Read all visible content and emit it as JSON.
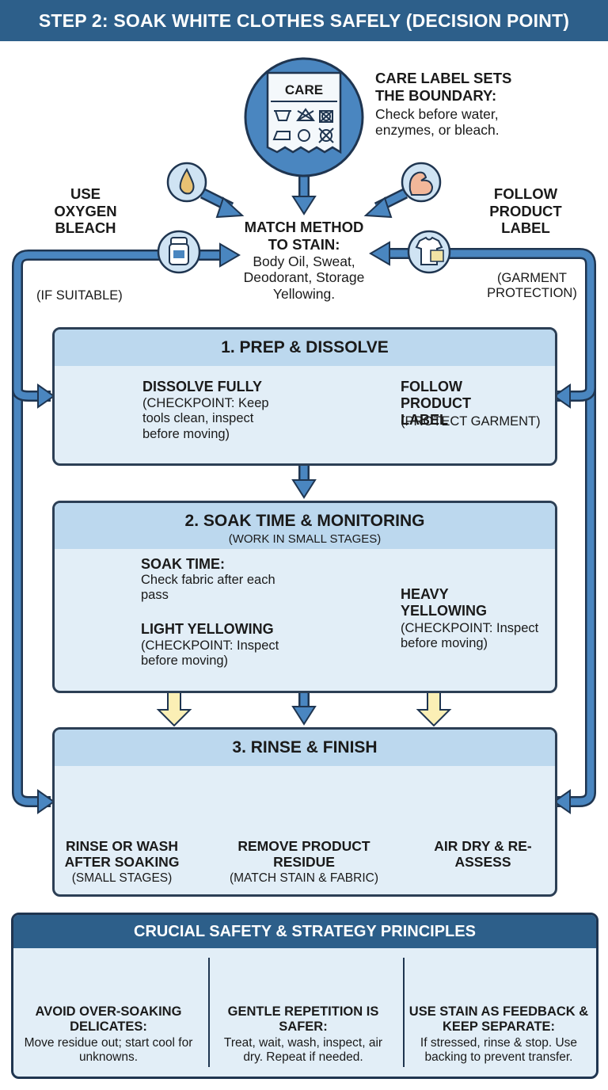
{
  "header": {
    "title": "STEP 2: SOAK WHITE CLOTHES SAFELY (DECISION POINT)"
  },
  "top": {
    "care_tag": "CARE",
    "care_heading": "CARE LABEL SETS THE BOUNDARY:",
    "care_text": "Check before water, enzymes, or bleach.",
    "left_heading": "USE OXYGEN BLEACH",
    "left_note": "(IF SUITABLE)",
    "right_heading": "FOLLOW PRODUCT LABEL",
    "right_note": "(GARMENT PROTECTION)",
    "center_heading": "MATCH METHOD TO STAIN:",
    "center_text": "Body Oil, Sweat, Deodorant, Storage Yellowing."
  },
  "section1": {
    "title": "1. PREP & DISSOLVE",
    "item1_heading": "DISSOLVE FULLY",
    "item1_text": "(CHECKPOINT: Keep tools clean, inspect before moving)",
    "item2_heading": "FOLLOW PRODUCT LABEL",
    "item2_text": "(PROTECT GARMENT)"
  },
  "section2": {
    "title": "2. SOAK TIME & MONITORING",
    "subtitle": "(WORK IN SMALL STAGES)",
    "soak_heading": "SOAK TIME:",
    "soak_text": "Check fabric after each pass",
    "light_heading": "LIGHT YELLOWING",
    "light_text": "(CHECKPOINT: Inspect before moving)",
    "heavy_heading": "HEAVY YELLOWING",
    "heavy_text": "(CHECKPOINT: Inspect before moving)"
  },
  "section3": {
    "title": "3. RINSE & FINISH",
    "step1_heading": "RINSE OR WASH AFTER SOAKING",
    "step1_note": "(SMALL STAGES)",
    "step2_heading": "REMOVE PRODUCT RESIDUE",
    "step2_note": "(MATCH STAIN & FABRIC)",
    "step3_heading": "AIR DRY & RE-ASSESS"
  },
  "principles": {
    "title": "CRUCIAL SAFETY & STRATEGY PRINCIPLES",
    "items": [
      {
        "heading": "AVOID OVER-SOAKING DELICATES:",
        "text": "Move residue out; start cool for unknowns."
      },
      {
        "heading": "GENTLE REPETITION IS SAFER:",
        "text": "Treat, wait, wash, inspect, air dry. Repeat if needed."
      },
      {
        "heading": "USE STAIN AS FEEDBACK & KEEP SEPARATE:",
        "text": "If stressed, rinse & stop. Use backing to prevent transfer."
      }
    ]
  },
  "colors": {
    "header_bg": "#2d5f8a",
    "arrow_blue": "#4a86c0",
    "arrow_yellow": "#fbefb5",
    "panel_bg": "#e2eef7",
    "panel_head": "#bcd8ee",
    "icon_blue": "#cfe3f3",
    "icon_green": "#c2e3b4",
    "icon_yellow": "#f7ecb0"
  },
  "icons": [
    "care-label-icon",
    "drop-icon",
    "muscle-arm-icon",
    "deodorant-icon",
    "shirt-label-icon",
    "beaker-icon",
    "bottle-label-icon",
    "clock-icon",
    "shirt-magnifier-icon",
    "washing-machine-icon",
    "hand-rinse-icon",
    "clothesline-shirt-icon",
    "hanging-delicate-icon",
    "repeat-arrows-icon",
    "basin-water-icon"
  ]
}
